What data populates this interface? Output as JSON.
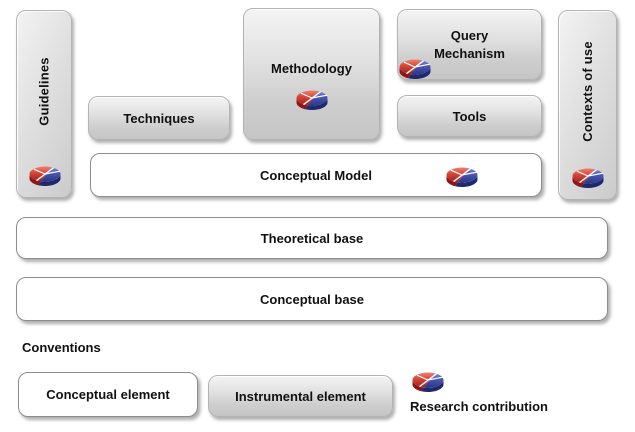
{
  "diagram": {
    "boxes": {
      "guidelines": "Guidelines",
      "techniques": "Techniques",
      "methodology": "Methodology",
      "query_mechanism": "Query Mechanism",
      "tools": "Tools",
      "contexts_of_use": "Contexts of use",
      "conceptual_model": "Conceptual Model",
      "theoretical_base": "Theoretical base",
      "conceptual_base": "Conceptual base"
    },
    "legend": {
      "title": "Conventions",
      "items": [
        {
          "label": "Conceptual element"
        },
        {
          "label": "Instrumental element"
        },
        {
          "label": "Research contribution"
        }
      ]
    },
    "icons": {
      "pie": "pie-chart-icon"
    },
    "colors": {
      "pie_red": "#c23a2c",
      "pie_red_dark": "#8f1616",
      "pie_blue": "#3a49a6",
      "pie_blue_dark": "#1f2a6e",
      "box_gray": "#cecece",
      "box_white": "#ffffff",
      "text": "#111111"
    }
  }
}
